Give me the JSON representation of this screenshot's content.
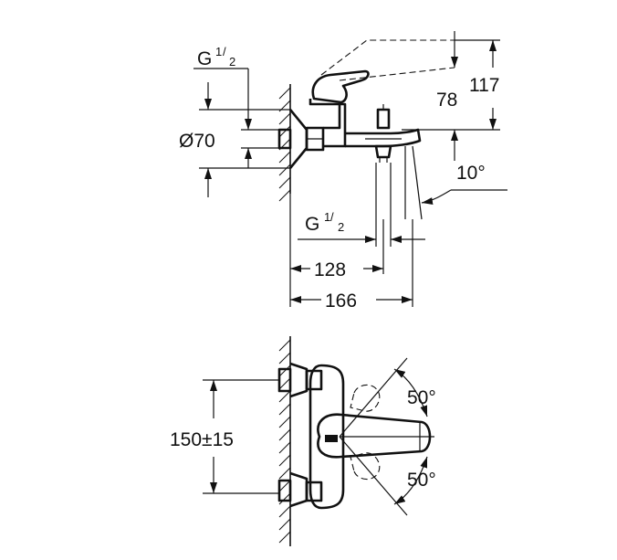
{
  "side_view": {
    "thread_top": {
      "main": "G",
      "sup": "1",
      "sub": "2"
    },
    "thread_bottom": {
      "main": "G",
      "sup": "1",
      "sub": "2"
    },
    "diameter": "Ø70",
    "height_78": "78",
    "height_117": "117",
    "angle": "10°",
    "length_128": "128",
    "length_166": "166"
  },
  "top_view": {
    "spacing": "150±15",
    "angle_upper": "50°",
    "angle_lower": "50°"
  }
}
